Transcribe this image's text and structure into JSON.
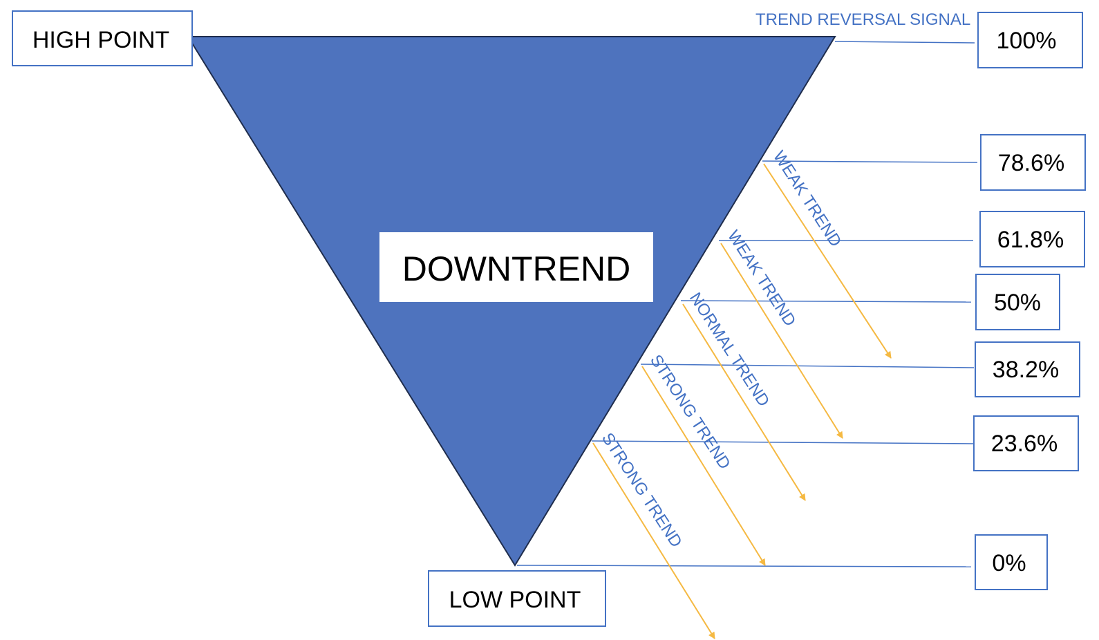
{
  "colors": {
    "triangle_fill": "#4e73be",
    "triangle_stroke": "#1f2d4d",
    "box_border": "#4472c4",
    "level_line": "#4472c4",
    "blue_label": "#4472c4",
    "arrow": "#f5b942"
  },
  "title": "DOWNTREND",
  "high_point_label": "HIGH POINT",
  "low_point_label": "LOW POINT",
  "reversal_signal_label": "TREND REVERSAL SIGNAL",
  "levels": [
    {
      "value": "100%"
    },
    {
      "value": "78.6%"
    },
    {
      "value": "61.8%"
    },
    {
      "value": "50%"
    },
    {
      "value": "38.2%"
    },
    {
      "value": "23.6%"
    },
    {
      "value": "0%"
    }
  ],
  "trend_arrows": [
    {
      "label": "WEAK TREND"
    },
    {
      "label": "WEAK TREND"
    },
    {
      "label": "NORMAL TREND"
    },
    {
      "label": "STRONG TREND"
    },
    {
      "label": "STRONG TREND"
    }
  ]
}
